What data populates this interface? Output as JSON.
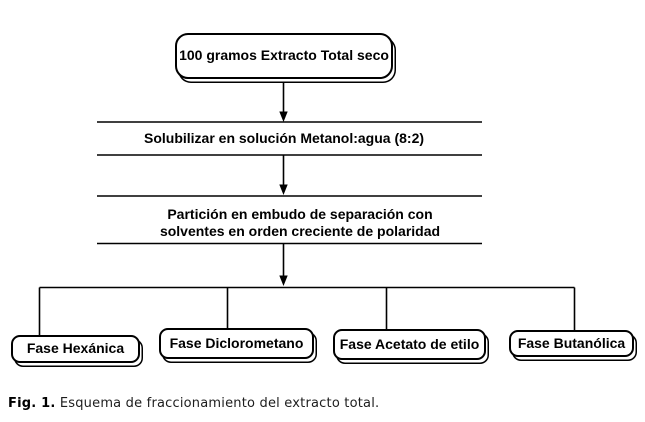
{
  "figure": {
    "type": "flowchart",
    "background": "#ffffff",
    "ink": "#000000",
    "root": {
      "label": "100 gramos Extracto Total seco"
    },
    "steps": [
      {
        "label": "Solubilizar en solución Metanol:agua (8:2)"
      },
      {
        "line1": "Partición en embudo de separación con",
        "line2": "solventes en orden creciente de polaridad"
      }
    ],
    "leaves": [
      {
        "label": "Fase Hexánica"
      },
      {
        "label": "Fase Diclorometano"
      },
      {
        "label": "Fase Acetato de etilo"
      },
      {
        "label": "Fase Butanólica"
      }
    ],
    "caption": {
      "label": "Fig. 1.",
      "text": "Esquema de fraccionamiento del extracto total."
    }
  }
}
